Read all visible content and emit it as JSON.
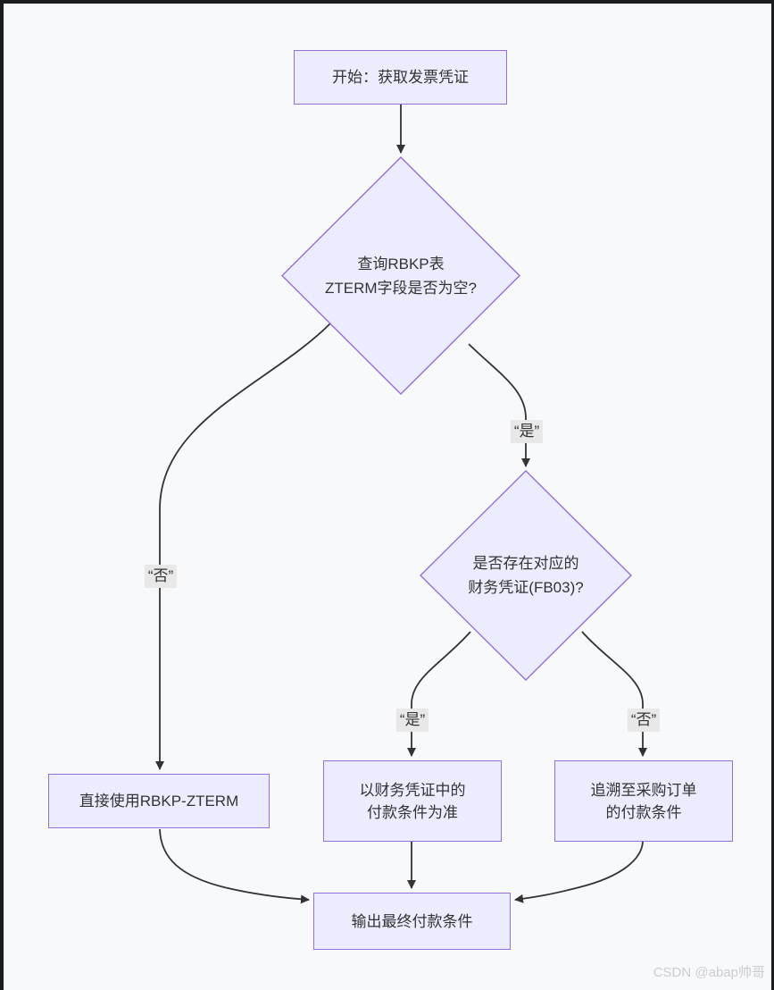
{
  "diagram": {
    "type": "flowchart",
    "nodes": {
      "start": {
        "label": "开始：获取发票凭证"
      },
      "decision_zterm": {
        "line1": "查询RBKP表",
        "line2": "ZTERM字段是否为空?"
      },
      "decision_fi_doc": {
        "line1": "是否存在对应的",
        "line2": "财务凭证(FB03)?"
      },
      "use_rbkp": {
        "label": "直接使用RBKP-ZTERM"
      },
      "use_fi_terms": {
        "line1": "以财务凭证中的",
        "line2": "付款条件为准"
      },
      "trace_po": {
        "line1": "追溯至采购订单",
        "line2": "的付款条件"
      },
      "output": {
        "label": "输出最终付款条件"
      }
    },
    "edge_labels": {
      "zterm_no": "“否”",
      "zterm_yes": "“是”",
      "fi_yes": "“是”",
      "fi_no": "“否”"
    },
    "colors": {
      "node_fill": "#ECECFF",
      "node_border": "#9370DB",
      "edge_line": "#333333",
      "edge_label_bg": "#e8e8e8",
      "canvas_bg": "#f8f9fb",
      "frame_border": "#1b1c20"
    }
  },
  "watermark": {
    "text": "CSDN @abap帅哥"
  }
}
